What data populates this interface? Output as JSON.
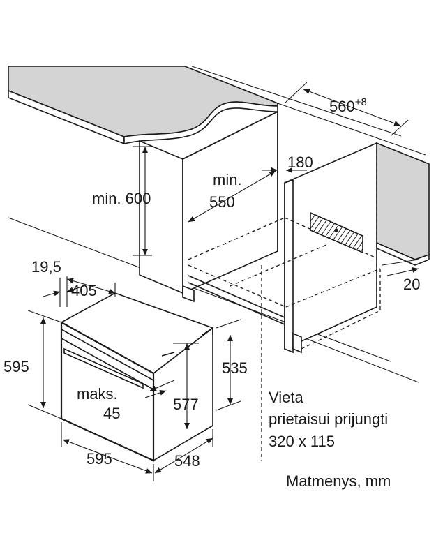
{
  "dimensions": {
    "worktop_height_min": "min. 600",
    "niche_depth_min": "min. 550",
    "niche_width": "560",
    "niche_width_tolerance": "+8",
    "back_gap": "180",
    "cabinet_side_offset": "20",
    "front_thickness": "19,5",
    "oven_depth_top": "405",
    "oven_height": "595",
    "oven_width": "595",
    "oven_body_depth": "548",
    "oven_body_height": "535",
    "inner_height": "577",
    "max_label": "maks.",
    "max_value": "45"
  },
  "connection_area": {
    "line1": "Vieta",
    "line2": "prietaisui prijungti",
    "line3": "320 x 115"
  },
  "units_note": "Matmenys, mm",
  "colors": {
    "line": "#1a1a1a",
    "surface": "#d4d4d4",
    "background": "#ffffff"
  }
}
